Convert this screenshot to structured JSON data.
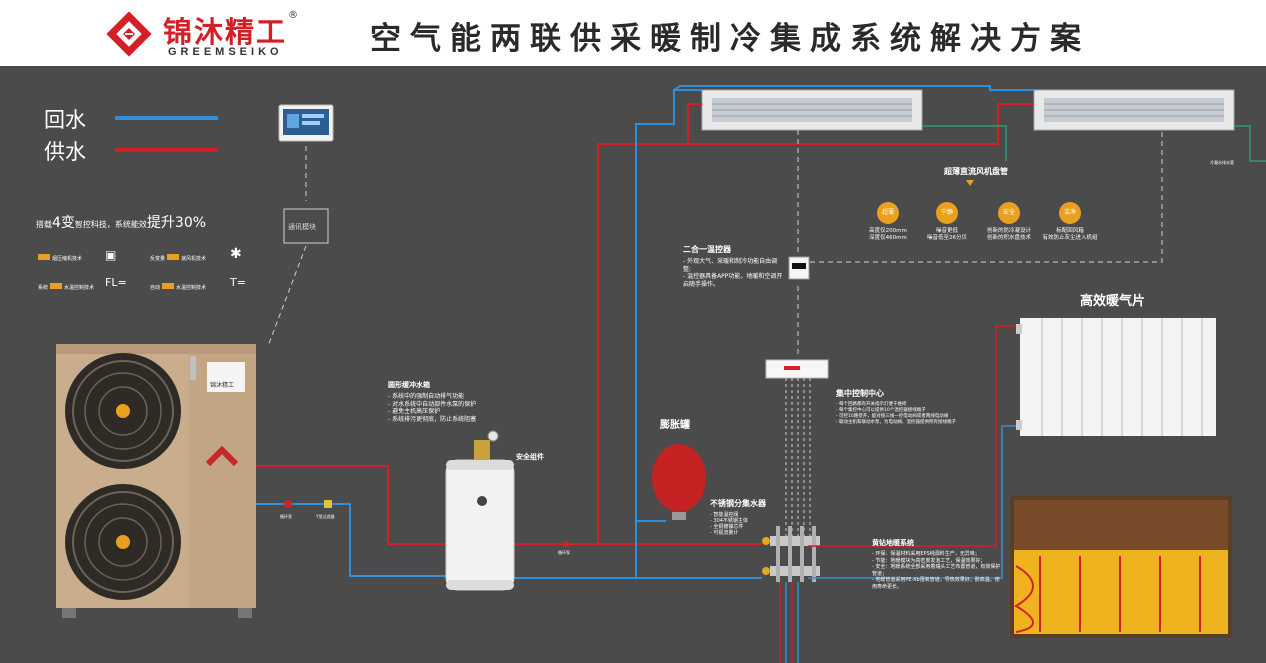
{
  "header": {
    "brand_cn": "锦沐精工",
    "brand_en": "GREEMSEIKO",
    "reg_mark": "®",
    "title": "空气能两联供采暖制冷集成系统解决方案"
  },
  "legend": {
    "return_label": "回水",
    "supply_label": "供水",
    "return_color": "#2f8fd8",
    "supply_color": "#d32027"
  },
  "left_panel": {
    "headline_prefix": "搭载",
    "headline_big1": "4变",
    "headline_mid": "智控科技，系统能效",
    "headline_big2": "提升30%",
    "tech": [
      {
        "label": "烟压缩机技术"
      },
      {
        "label": "反变量",
        "label2": "速风机技术"
      },
      {
        "label": "系统",
        "label2": "水温控制技术"
      },
      {
        "label": "自动",
        "label2": "水温控制技术"
      }
    ],
    "tech_icons": [
      "FL=",
      "T="
    ]
  },
  "comm_module": "通讯模块",
  "heat_pump_logo": "锦沐精工",
  "fan_coil": {
    "title": "超薄直流风机盘管",
    "features": [
      {
        "badge": "超薄",
        "line1": "高度仅200mm",
        "line2": "深度仅460mm"
      },
      {
        "badge": "宁静",
        "line1": "噪音更低",
        "line2": "噪音低至26分贝"
      },
      {
        "badge": "安全",
        "line1": "创新的防冷凝设计",
        "line2": "创新的积水盘技术"
      },
      {
        "badge": "洁净",
        "line1": "标配回风箱",
        "line2": "有效防止灰尘进入机组"
      }
    ],
    "drain_label": "冷凝水排水管"
  },
  "thermostat": {
    "title": "二合一温控器",
    "lines": [
      "- 外观大气、采暖和制冷功能自由调整;",
      "- 温控器具备APP功能，地暖和空调开启随手操作。"
    ]
  },
  "radiator_title": "高效暖气片",
  "control_center": {
    "title": "集中控制中心",
    "lines": [
      "- 每个回路都有开关指示灯便于维修",
      "- 每个集控中心可以提供10个温控器接线端子",
      "- 可控10路受开，能对接三线一控电动阀或者两线电动阀",
      "- 联动主机和联动水泵，为电动阀、温控器提供所有接线端子"
    ]
  },
  "tank": {
    "title": "圆形缓冲水箱",
    "lines": [
      "- 系统中的强制自动排气功能",
      "- 对水系统中自动部件水泵的保护",
      "- 避免主机高压保护",
      "- 系统排污更彻底，防止系统阻塞"
    ],
    "safety_label": "安全组件"
  },
  "expansion_label": "膨胀罐",
  "manifold": {
    "title": "不锈钢分集水器",
    "lines": [
      "- 智能温控阀",
      "- 304不锈钢主体",
      "- 全铜镀镍芯件",
      "- 可视流量计"
    ]
  },
  "floor": {
    "title": "黄钻地暖系统",
    "lines": [
      "- 环保：保温材料采用EPS纯源料生产，无异味；",
      "- 节能：地暖模块为高密度发泡工艺，保温效果好；",
      "- 安全：地暖系统全部采用着瑞头工艺布置管道，有效保护管道；",
      "- 地暖管道采用PE-Xb阻氧管道，导热效果好，耐高温，使用寿命更长。"
    ]
  },
  "pipe_labels": {
    "pump1": "循环泵",
    "filter": "Y型过滤器",
    "pump2": "循环泵"
  }
}
